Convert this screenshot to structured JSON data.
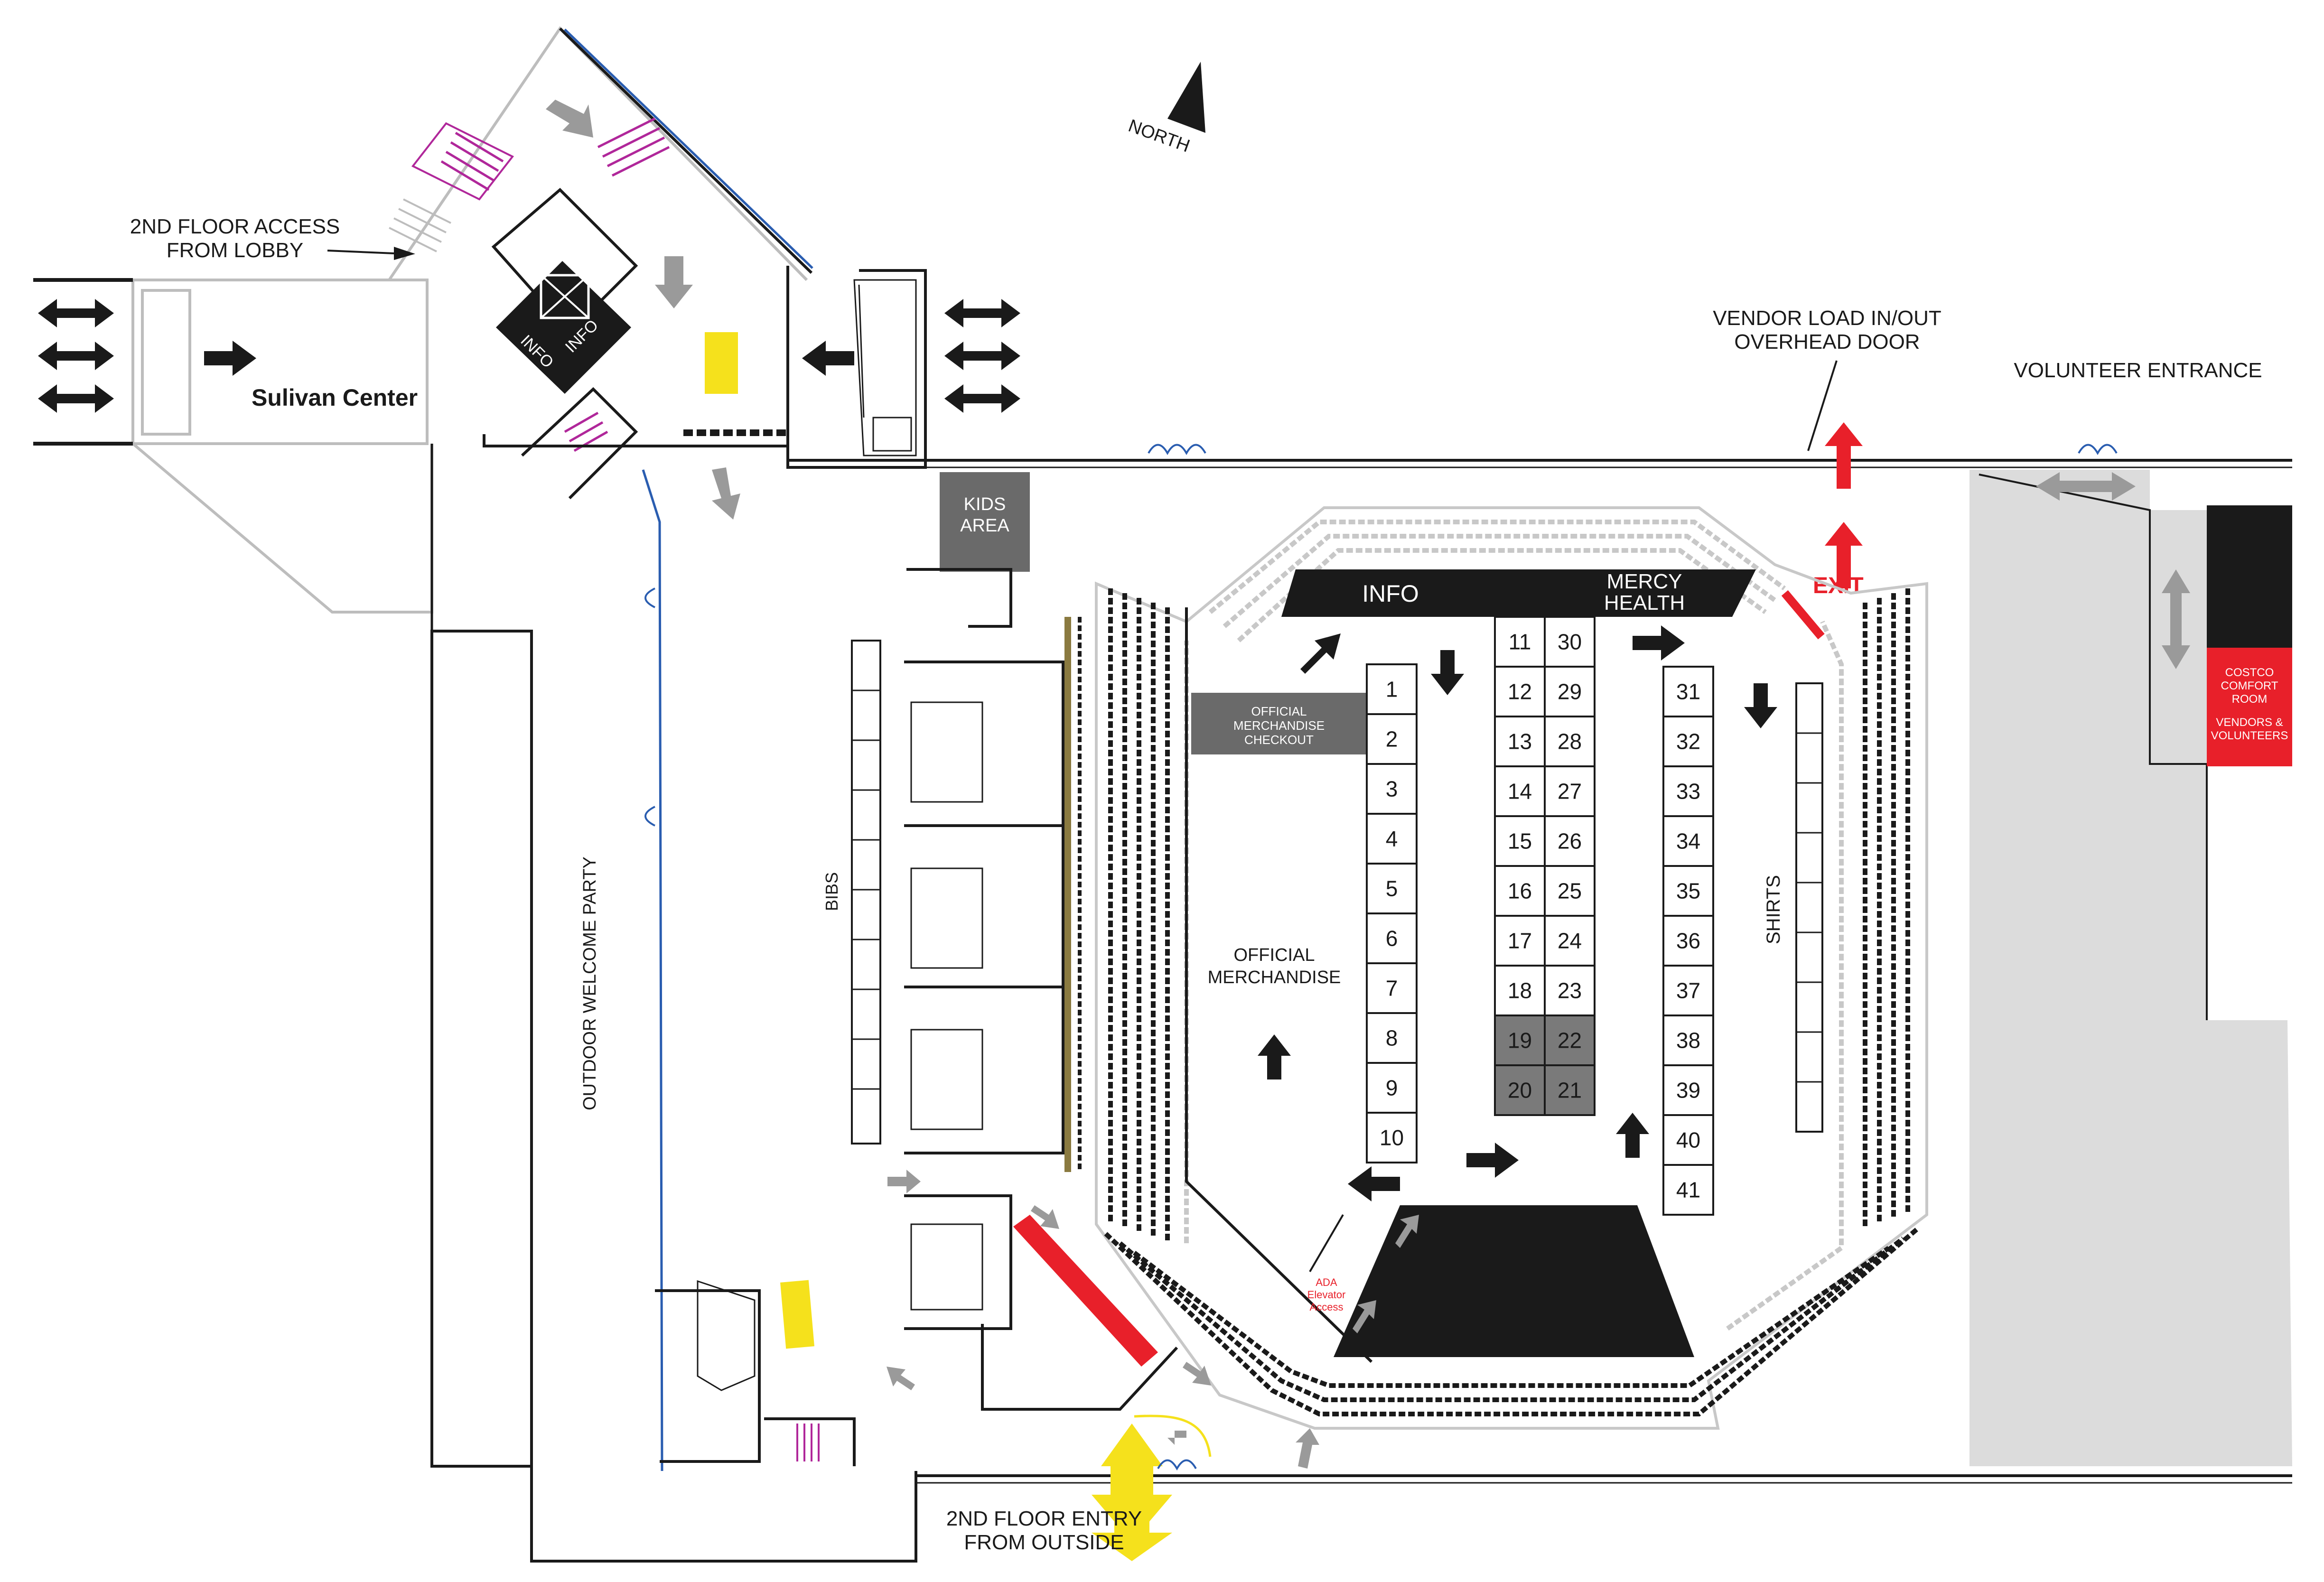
{
  "labels": {
    "second_floor_access": [
      "2ND FLOOR ACCESS",
      "FROM LOBBY"
    ],
    "sulivan_center": "Sulivan Center",
    "info_kiosk_a": "INFO",
    "info_kiosk_b": "INFO",
    "north": "NORTH",
    "kids_area": [
      "KIDS",
      "AREA"
    ],
    "vendor_load": [
      "VENDOR LOAD IN/OUT",
      "OVERHEAD DOOR"
    ],
    "volunteer_entrance": "VOLUNTEER ENTRANCE",
    "info_stage": "INFO",
    "mercy_health": [
      "MERCY",
      "HEALTH"
    ],
    "exit": "EXIT",
    "costco": [
      "COSTCO",
      "COMFORT",
      "ROOM",
      "",
      "VENDORS &",
      "VOLUNTEERS"
    ],
    "official_merch_checkout": [
      "OFFICIAL",
      "MERCHANDISE",
      "CHECKOUT"
    ],
    "official_merchandise": [
      "OFFICIAL",
      "MERCHANDISE"
    ],
    "bibs": "BIBS",
    "shirts": "SHIRTS",
    "outdoor_welcome_party": "OUTDOOR WELCOME PARTY",
    "ada_elevator": [
      "ADA",
      "Elevator",
      "Access"
    ],
    "second_floor_entry": [
      "2ND FLOOR ENTRY",
      "FROM OUTSIDE"
    ]
  },
  "booths": {
    "column_a": [
      "1",
      "2",
      "3",
      "4",
      "5",
      "6",
      "7",
      "8",
      "9",
      "10"
    ],
    "column_b": [
      "11",
      "12",
      "13",
      "14",
      "15",
      "16",
      "17",
      "18",
      "19",
      "20"
    ],
    "column_c": [
      "30",
      "29",
      "28",
      "27",
      "26",
      "25",
      "24",
      "23",
      "22",
      "21"
    ],
    "column_d": [
      "31",
      "32",
      "33",
      "34",
      "35",
      "36",
      "37",
      "38",
      "39",
      "40",
      "41"
    ],
    "highlighted": [
      "19",
      "20",
      "21",
      "22"
    ]
  },
  "colors": {
    "booth_highlight": "#7a7a7a",
    "exit_red": "#e8202a",
    "sign_yellow": "#f5e11c",
    "entry_arrow_yellow": "#f5e11c",
    "arrow_dark": "#1a1a1a",
    "arrow_grey": "#9a9a9a",
    "stair_magenta": "#b0279a",
    "parking_grey": "#dcdcdc"
  },
  "icons": [
    "north-arrow-icon",
    "double-arrow-icon",
    "direction-arrow-icon",
    "door-icon",
    "stairs-icon",
    "elevator-icon"
  ]
}
